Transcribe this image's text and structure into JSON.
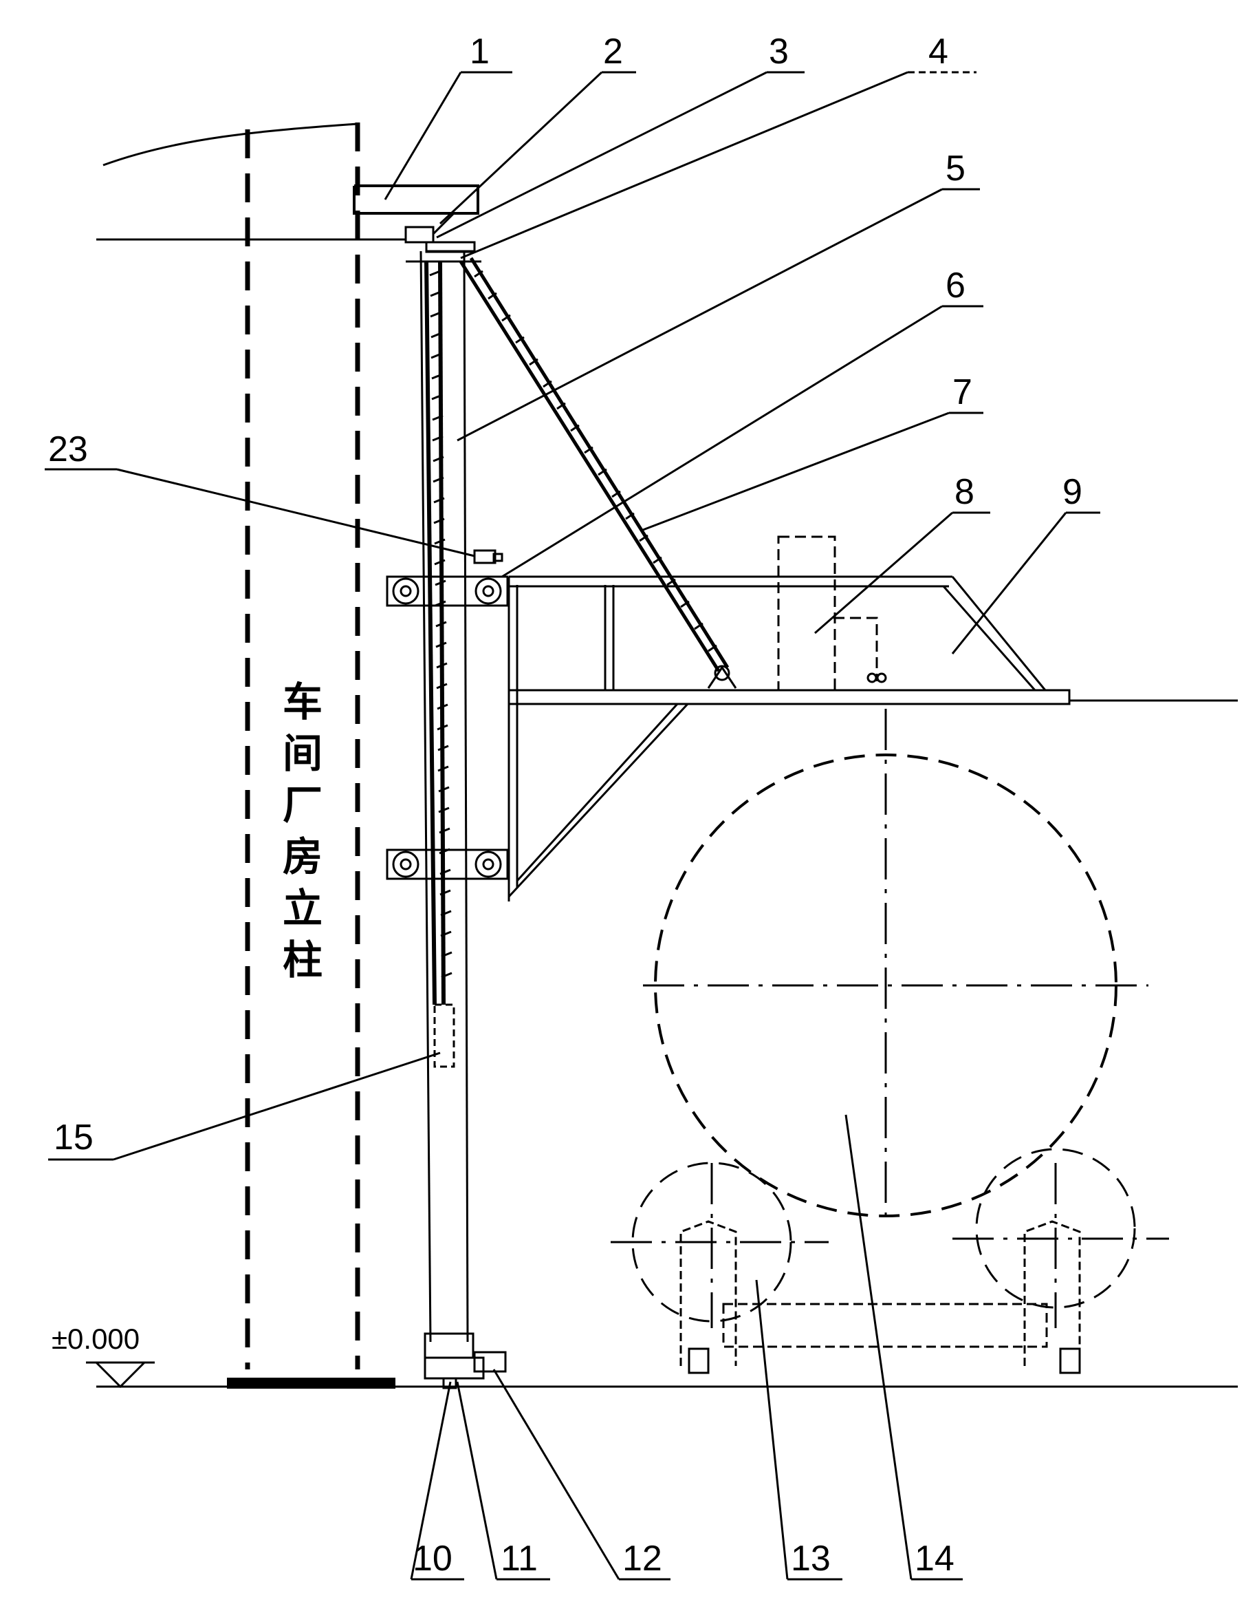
{
  "callouts": {
    "c1": "1",
    "c2": "2",
    "c3": "3",
    "c4": "4",
    "c5": "5",
    "c6": "6",
    "c7": "7",
    "c8": "8",
    "c9": "9",
    "c10": "10",
    "c11": "11",
    "c12": "12",
    "c13": "13",
    "c14": "14",
    "c15": "15",
    "c23": "23"
  },
  "column_label": [
    "车",
    "间",
    "厂",
    "房",
    "立",
    "柱"
  ],
  "elevation_mark": "±0.000"
}
